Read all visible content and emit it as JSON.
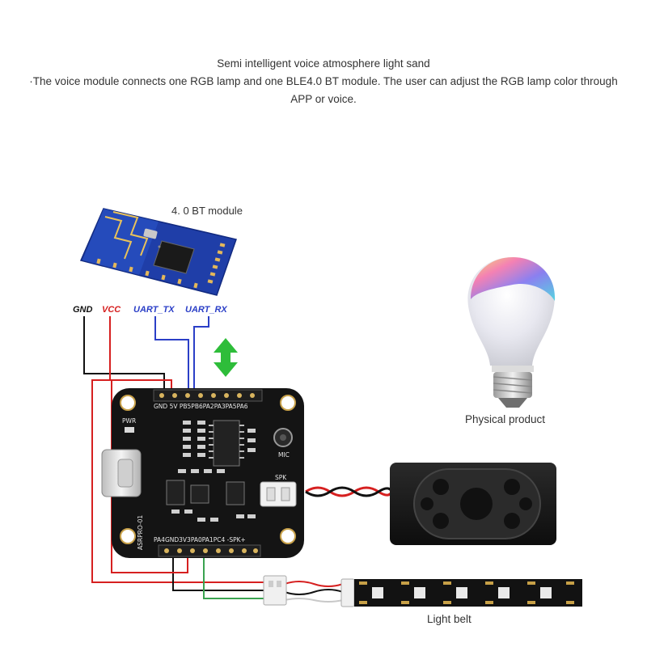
{
  "header": {
    "title": "Semi intelligent voice atmosphere light sand",
    "description": "·The voice module connects one RGB lamp and one BLE4.0 BT module. The user can adjust the RGB lamp color through APP or voice."
  },
  "bt_module": {
    "label": "4. 0 BT  module"
  },
  "pins": {
    "gnd": "GND",
    "vcc": "VCC",
    "uart_tx": "UART_TX",
    "uart_rx": "UART_RX"
  },
  "board": {
    "top_header": "GND 5V PB5PB6PA2PA3PA5PA6",
    "bottom_header": "PA4GND3V3PA0PA1PC4 -SPK+",
    "pwr": "PWR",
    "mic": "MIC",
    "spk": "SPK",
    "model": "ASRPRO-01"
  },
  "bulb": {
    "label": "Physical product"
  },
  "strip": {
    "label": "Light belt"
  },
  "colors": {
    "gnd_wire": "#111111",
    "vcc_wire": "#d62020",
    "uart_wire": "#2b3fc7",
    "arrow": "#2ebd3a",
    "board": "#141414",
    "bt_pcb": "#1f3ea8"
  }
}
